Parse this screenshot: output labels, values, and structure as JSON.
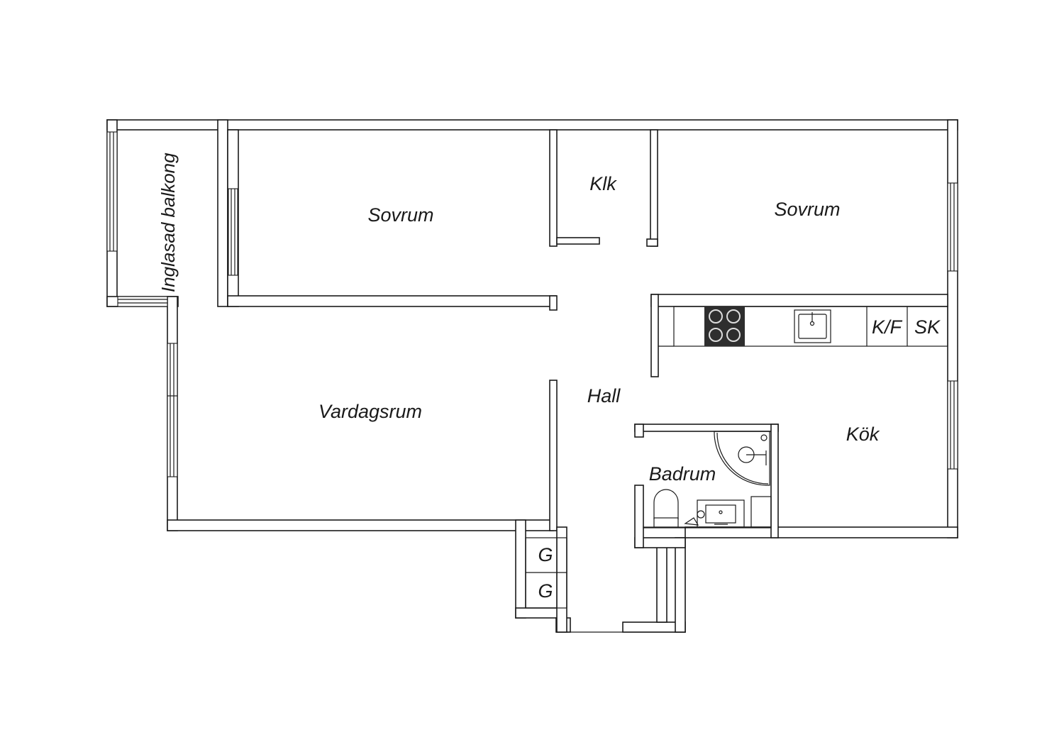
{
  "floorplan": {
    "rooms": {
      "balcony": "Inglasad balkong",
      "bedroom_left": "Sovrum",
      "closet": "Klk",
      "bedroom_right": "Sovrum",
      "living_room": "Vardagsrum",
      "hall": "Hall",
      "bathroom": "Badrum",
      "kitchen": "Kök"
    },
    "fixtures": {
      "fridge_freezer": "K/F",
      "cabinet": "SK",
      "wardrobe_1": "G",
      "wardrobe_2": "G"
    },
    "colors": {
      "line": "#1a1a1a",
      "background": "#ffffff",
      "stove": "#2e2e2e"
    }
  }
}
